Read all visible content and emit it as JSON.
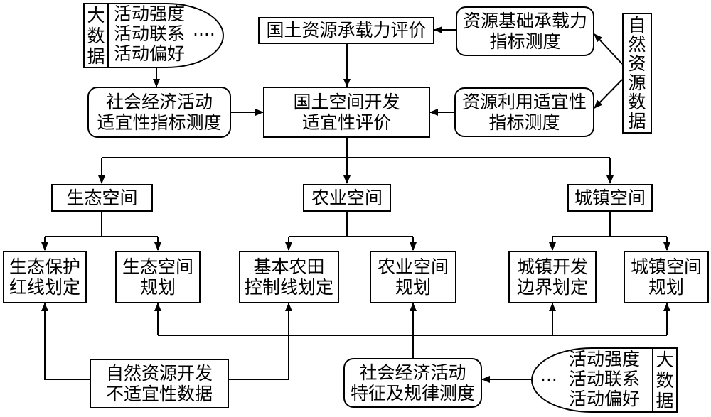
{
  "flowchart": {
    "big_data_top": {
      "tag": [
        "大",
        "数",
        "据"
      ],
      "items": [
        "活动强度",
        "活动联系",
        "活动偏好"
      ],
      "ellipsis": "····"
    },
    "national_resource_eval": "国土资源承载力评价",
    "resource_base": [
      "资源基础承载力",
      "指标测度"
    ],
    "natural_resource_data": [
      "自",
      "然",
      "资",
      "源",
      "数",
      "据"
    ],
    "socio_economic_suitability": [
      "社会经济活动",
      "适宜性指标测度"
    ],
    "spatial_dev_eval": [
      "国土空间开发",
      "适宜性评价"
    ],
    "resource_use_suitability": [
      "资源利用适宜性",
      "指标测度"
    ],
    "eco_space": "生态空间",
    "agri_space": "农业空间",
    "urban_space": "城镇空间",
    "eco_redline": [
      "生态保护",
      "红线划定"
    ],
    "eco_planning": [
      "生态空间",
      "规划"
    ],
    "farmland_control": [
      "基本农田",
      "控制线划定"
    ],
    "agri_planning": [
      "农业空间",
      "规划"
    ],
    "urban_boundary": [
      "城镇开发",
      "边界划定"
    ],
    "urban_planning": [
      "城镇空间",
      "规划"
    ],
    "unsuitable_data": [
      "自然资源开发",
      "不适宜性数据"
    ],
    "socio_economic_features": [
      "社会经济活动",
      "特征及规律测度"
    ],
    "big_data_bottom": {
      "tag": [
        "大",
        "数",
        "据"
      ],
      "items": [
        "活动强度",
        "活动联系",
        "活动偏好"
      ],
      "ellipsis": "···"
    }
  }
}
